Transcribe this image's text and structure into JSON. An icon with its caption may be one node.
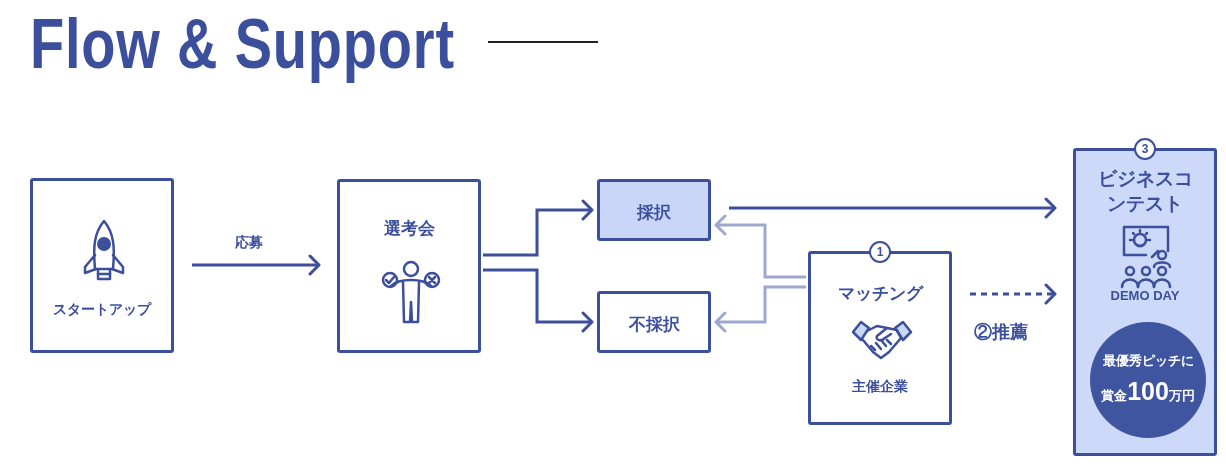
{
  "diagram": {
    "title": "Flow & Support",
    "nodes": [
      {
        "text": [
          "スタートアップ"
        ]
      },
      {
        "text": [
          "選考会"
        ]
      },
      {
        "text": [
          "採択"
        ]
      },
      {
        "text": [
          "不採択"
        ]
      },
      {
        "text": [
          "1",
          "マッチング",
          "主催企業"
        ]
      },
      {
        "text": [
          "3",
          "ビジネスコンテスト",
          "DEMO DAY"
        ]
      },
      {
        "text": [
          "最優秀ピッチに賞金**100**万円"
        ],
        "in": 5
      }
    ],
    "edges": [
      {
        "from": 0,
        "to": 1,
        "arrow": "to",
        "label": "応募"
      },
      {
        "from": 1,
        "to": 2,
        "arrow": "to"
      },
      {
        "from": 1,
        "to": 3,
        "arrow": "to"
      },
      {
        "from": 2,
        "to": 5,
        "arrow": "to"
      },
      {
        "from": 4,
        "to": 2,
        "arrow": "to",
        "color": "#9ea8cf"
      },
      {
        "from": 4,
        "to": 3,
        "arrow": "to",
        "color": "#9ea8cf"
      },
      {
        "from": 4,
        "to": 5,
        "arrow": "to",
        "style": "dashed",
        "label": "②推薦"
      }
    ]
  }
}
